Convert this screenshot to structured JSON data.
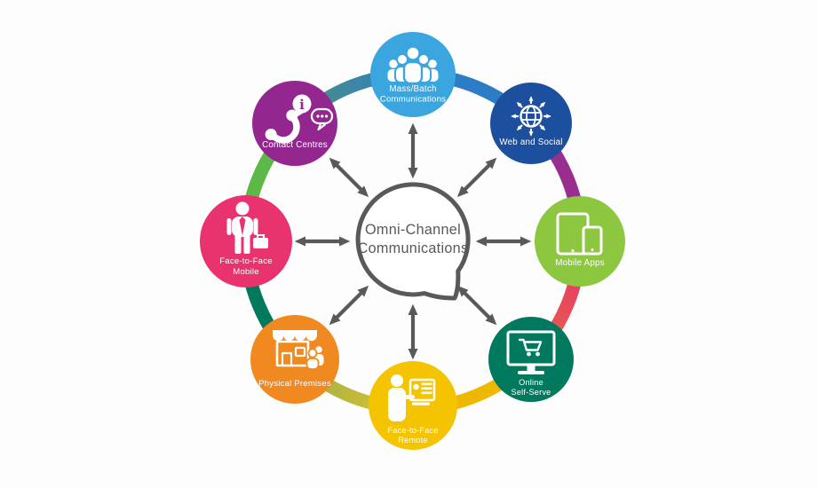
{
  "background_color": "#FDFDFD",
  "arrow_color": "#58595B",
  "center": {
    "label": "Omni-Channel Communications",
    "lines": [
      "Omni-Channel",
      "Communications"
    ],
    "text_color": "#58595B",
    "bubble_stroke_color": "#58595B",
    "bubble_fill": "#FFFFFF"
  },
  "nodes": [
    {
      "id": "mass-batch-communications",
      "label": "Mass/Batch Communications",
      "lines": [
        "Mass/Batch",
        "Communications"
      ],
      "color": "#3AA5DF",
      "icon": "people-group-icon",
      "position": "top"
    },
    {
      "id": "web-and-social",
      "label": "Web and Social",
      "lines": [
        "Web and Social",
        ""
      ],
      "color": "#1C4F9E",
      "icon": "globe-arrows-icon",
      "position": "top-right"
    },
    {
      "id": "mobile-apps",
      "label": "Mobile Apps",
      "lines": [
        "Mobile Apps",
        ""
      ],
      "color": "#8DC63F",
      "icon": "tablet-phone-icon",
      "position": "right"
    },
    {
      "id": "online-self-serve",
      "label": "Online Self-Serve",
      "lines": [
        "Online",
        "Self-Serve"
      ],
      "color": "#00795F",
      "icon": "monitor-cart-icon",
      "position": "bottom-right"
    },
    {
      "id": "face-to-face-remote",
      "label": "Face-to-Face Remote",
      "lines": [
        "Face-to-Face",
        "Remote"
      ],
      "color": "#F5C400",
      "icon": "video-call-icon",
      "position": "bottom"
    },
    {
      "id": "physical-premises",
      "label": "Physical Premises",
      "lines": [
        "Physical Premises",
        ""
      ],
      "color": "#F0891F",
      "icon": "storefront-icon",
      "position": "bottom-left"
    },
    {
      "id": "face-to-face-mobile",
      "label": "Face-to-Face Mobile",
      "lines": [
        "Face-to-Face",
        "Mobile"
      ],
      "color": "#E8336E",
      "icon": "person-briefcase-icon",
      "position": "left"
    },
    {
      "id": "contact-centres",
      "label": "Contact Centres",
      "lines": [
        "Contact Centres",
        ""
      ],
      "color": "#93278F",
      "icon": "phone-chat-icon",
      "position": "top-left"
    }
  ],
  "ring": {
    "segments": [
      {
        "between": [
          "mass-batch-communications",
          "web-and-social"
        ],
        "color": "#2B7EC6"
      },
      {
        "between": [
          "web-and-social",
          "mobile-apps"
        ],
        "color": "#9A2D90"
      },
      {
        "between": [
          "mobile-apps",
          "online-self-serve"
        ],
        "color_start": "#EC2E6A",
        "color_end": "#E4674C"
      },
      {
        "between": [
          "online-self-serve",
          "face-to-face-remote"
        ],
        "color": "#EFB800"
      },
      {
        "between": [
          "face-to-face-remote",
          "physical-premises"
        ],
        "color_start": "#E4C42C",
        "color_end": "#95AD4D"
      },
      {
        "between": [
          "physical-premises",
          "face-to-face-mobile"
        ],
        "color": "#00795C"
      },
      {
        "between": [
          "face-to-face-mobile",
          "contact-centres"
        ],
        "color": "#5CB947"
      },
      {
        "between": [
          "contact-centres",
          "mass-batch-communications"
        ],
        "color_start": "#4D9181",
        "color_end": "#2E7EC2"
      }
    ]
  },
  "glyphs": {
    "info": "i"
  }
}
